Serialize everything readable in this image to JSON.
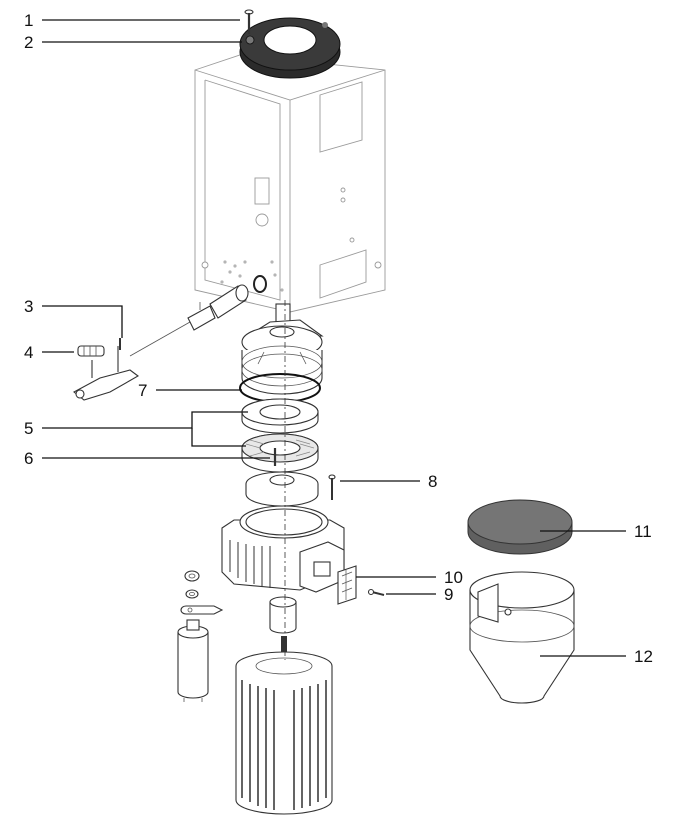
{
  "callouts": [
    {
      "number": "1"
    },
    {
      "number": "2"
    },
    {
      "number": "3"
    },
    {
      "number": "4"
    },
    {
      "number": "5"
    },
    {
      "number": "6"
    },
    {
      "number": "7"
    },
    {
      "number": "8"
    },
    {
      "number": "9"
    },
    {
      "number": "10"
    },
    {
      "number": "11"
    },
    {
      "number": "12"
    }
  ],
  "colors": {
    "line": "#333333",
    "faint_housing": "#9a9a9a",
    "gear_ring": "#2b2b2b",
    "lid_fill": "#707070"
  }
}
